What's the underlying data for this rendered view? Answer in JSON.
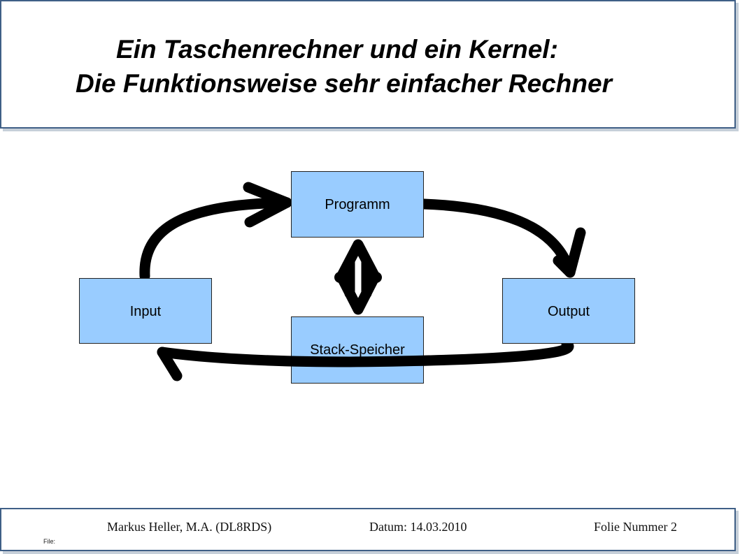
{
  "title": {
    "line1": "Ein Taschenrechner und ein Kernel:",
    "line2": "Die Funktionsweise sehr einfacher Rechner"
  },
  "diagram": {
    "boxes": {
      "programm": "Programm",
      "input": "Input",
      "output": "Output",
      "stack": "Stack-Speicher"
    },
    "colors": {
      "box_fill": "#99ccff",
      "frame_border": "#3f5f86",
      "arrow": "#000000"
    }
  },
  "footer": {
    "author": "Markus Heller, M.A. (DL8RDS)",
    "date": "Datum: 14.03.2010",
    "slide": "Folie Nummer 2",
    "file": "File:"
  }
}
